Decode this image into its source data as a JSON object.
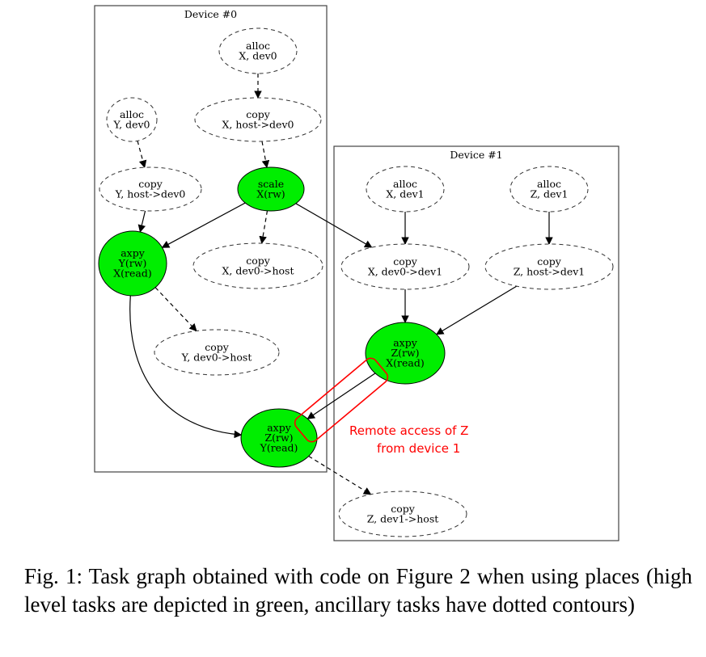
{
  "clusters": [
    {
      "id": "device0",
      "label": "Device #0"
    },
    {
      "id": "device1",
      "label": "Device #1"
    }
  ],
  "nodes": [
    {
      "id": "alloc_x_dev0",
      "lines": [
        "alloc",
        "X, dev0"
      ],
      "style": "dashed",
      "fill": "#ffffff"
    },
    {
      "id": "copy_x_host_dev0",
      "lines": [
        "copy",
        "X, host->dev0"
      ],
      "style": "dashed",
      "fill": "#ffffff"
    },
    {
      "id": "alloc_y_dev0",
      "lines": [
        "alloc",
        "Y, dev0"
      ],
      "style": "dashed",
      "fill": "#ffffff"
    },
    {
      "id": "copy_y_host_dev0",
      "lines": [
        "copy",
        "Y, host->dev0"
      ],
      "style": "dashed",
      "fill": "#ffffff"
    },
    {
      "id": "scale",
      "lines": [
        "scale",
        "X(rw)"
      ],
      "style": "solid",
      "fill": "#00ee00"
    },
    {
      "id": "axpy_y",
      "lines": [
        "axpy",
        "Y(rw)",
        "X(read)"
      ],
      "style": "solid",
      "fill": "#00ee00"
    },
    {
      "id": "copy_x_dev0_host",
      "lines": [
        "copy",
        "X, dev0->host"
      ],
      "style": "dashed",
      "fill": "#ffffff"
    },
    {
      "id": "copy_y_dev0_host",
      "lines": [
        "copy",
        "Y, dev0->host"
      ],
      "style": "dashed",
      "fill": "#ffffff"
    },
    {
      "id": "axpy_z0",
      "lines": [
        "axpy",
        "Z(rw)",
        "Y(read)"
      ],
      "style": "solid",
      "fill": "#00ee00"
    },
    {
      "id": "alloc_x_dev1",
      "lines": [
        "alloc",
        "X, dev1"
      ],
      "style": "dashed",
      "fill": "#ffffff"
    },
    {
      "id": "alloc_z_dev1",
      "lines": [
        "alloc",
        "Z, dev1"
      ],
      "style": "dashed",
      "fill": "#ffffff"
    },
    {
      "id": "copy_x_dev0_dev1",
      "lines": [
        "copy",
        "X, dev0->dev1"
      ],
      "style": "dashed",
      "fill": "#ffffff"
    },
    {
      "id": "copy_z_host_dev1",
      "lines": [
        "copy",
        "Z, host->dev1"
      ],
      "style": "dashed",
      "fill": "#ffffff"
    },
    {
      "id": "axpy_z1",
      "lines": [
        "axpy",
        "Z(rw)",
        "X(read)"
      ],
      "style": "solid",
      "fill": "#00ee00"
    },
    {
      "id": "copy_z_dev1_host",
      "lines": [
        "copy",
        "Z, dev1->host"
      ],
      "style": "dashed",
      "fill": "#ffffff"
    }
  ],
  "edges": [
    {
      "from": "alloc_x_dev0",
      "to": "copy_x_host_dev0",
      "style": "dashed"
    },
    {
      "from": "copy_x_host_dev0",
      "to": "scale",
      "style": "dashed"
    },
    {
      "from": "alloc_y_dev0",
      "to": "copy_y_host_dev0",
      "style": "dashed"
    },
    {
      "from": "copy_y_host_dev0",
      "to": "axpy_y",
      "style": "solid"
    },
    {
      "from": "scale",
      "to": "axpy_y",
      "style": "solid"
    },
    {
      "from": "scale",
      "to": "copy_x_dev0_host",
      "style": "dashed"
    },
    {
      "from": "scale",
      "to": "copy_x_dev0_dev1",
      "style": "solid"
    },
    {
      "from": "axpy_y",
      "to": "copy_y_dev0_host",
      "style": "dashed"
    },
    {
      "from": "axpy_y",
      "to": "axpy_z0",
      "style": "solid"
    },
    {
      "from": "alloc_x_dev1",
      "to": "copy_x_dev0_dev1",
      "style": "solid"
    },
    {
      "from": "alloc_z_dev1",
      "to": "copy_z_host_dev1",
      "style": "solid"
    },
    {
      "from": "copy_x_dev0_dev1",
      "to": "axpy_z1",
      "style": "solid"
    },
    {
      "from": "copy_z_host_dev1",
      "to": "axpy_z1",
      "style": "solid"
    },
    {
      "from": "axpy_z1",
      "to": "axpy_z0",
      "style": "solid"
    },
    {
      "from": "axpy_z0",
      "to": "copy_z_dev1_host",
      "style": "dashed"
    }
  ],
  "annotation": {
    "lines": [
      "Remote access of Z",
      "from device 1"
    ],
    "color": "#ff0000"
  },
  "caption": "Fig. 1: Task graph obtained with code on Figure 2 when using places (high level tasks are depicted in green, ancillary tasks have dotted contours)"
}
